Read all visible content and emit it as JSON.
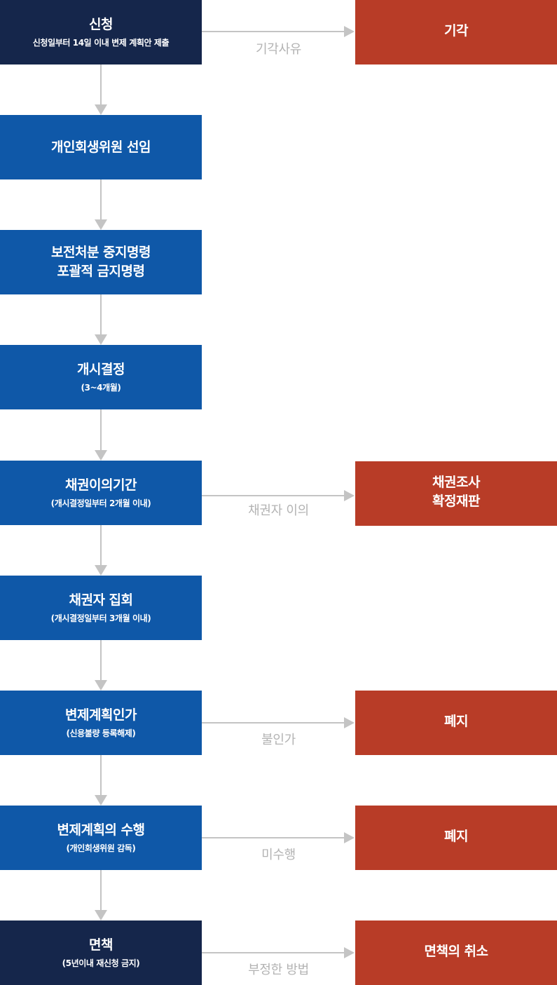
{
  "colors": {
    "navy": "#15264b",
    "blue": "#0f58a8",
    "red": "#b83c27",
    "connector": "#c4c4c4",
    "edge_label": "#b3b3b3"
  },
  "steps": [
    {
      "id": "application",
      "title": "신청",
      "sub": "신청일부터 14일 이내 변제 계획안 제출"
    },
    {
      "id": "trustee",
      "title": "개인회생위원 선임",
      "sub": ""
    },
    {
      "id": "preservation",
      "title": "보전처분 중지명령\n포괄적 금지명령",
      "sub": ""
    },
    {
      "id": "commencement",
      "title": "개시결정",
      "sub": "(3~4개월)"
    },
    {
      "id": "objection",
      "title": "채권이의기간",
      "sub": "(개시결정일부터 2개월 이내)"
    },
    {
      "id": "meeting",
      "title": "채권자 집회",
      "sub": "(개시결정일부터 3개월 이내)"
    },
    {
      "id": "approval",
      "title": "변제계획인가",
      "sub": "(신용불량 등록해제)"
    },
    {
      "id": "performance",
      "title": "변제계획의 수행",
      "sub": "(개인회생위원 감독)"
    },
    {
      "id": "discharge",
      "title": "면책",
      "sub": "(5년이내 재신청 금지)"
    }
  ],
  "outcomes": [
    {
      "from": "application",
      "title": "기각",
      "edge_label": "기각사유"
    },
    {
      "from": "objection",
      "title": "채권조사\n확정재판",
      "edge_label": "채권자 이의"
    },
    {
      "from": "approval",
      "title": "폐지",
      "edge_label": "불인가"
    },
    {
      "from": "performance",
      "title": "폐지",
      "edge_label": "미수행"
    },
    {
      "from": "discharge",
      "title": "면책의 취소",
      "edge_label": "부정한 방법"
    }
  ]
}
